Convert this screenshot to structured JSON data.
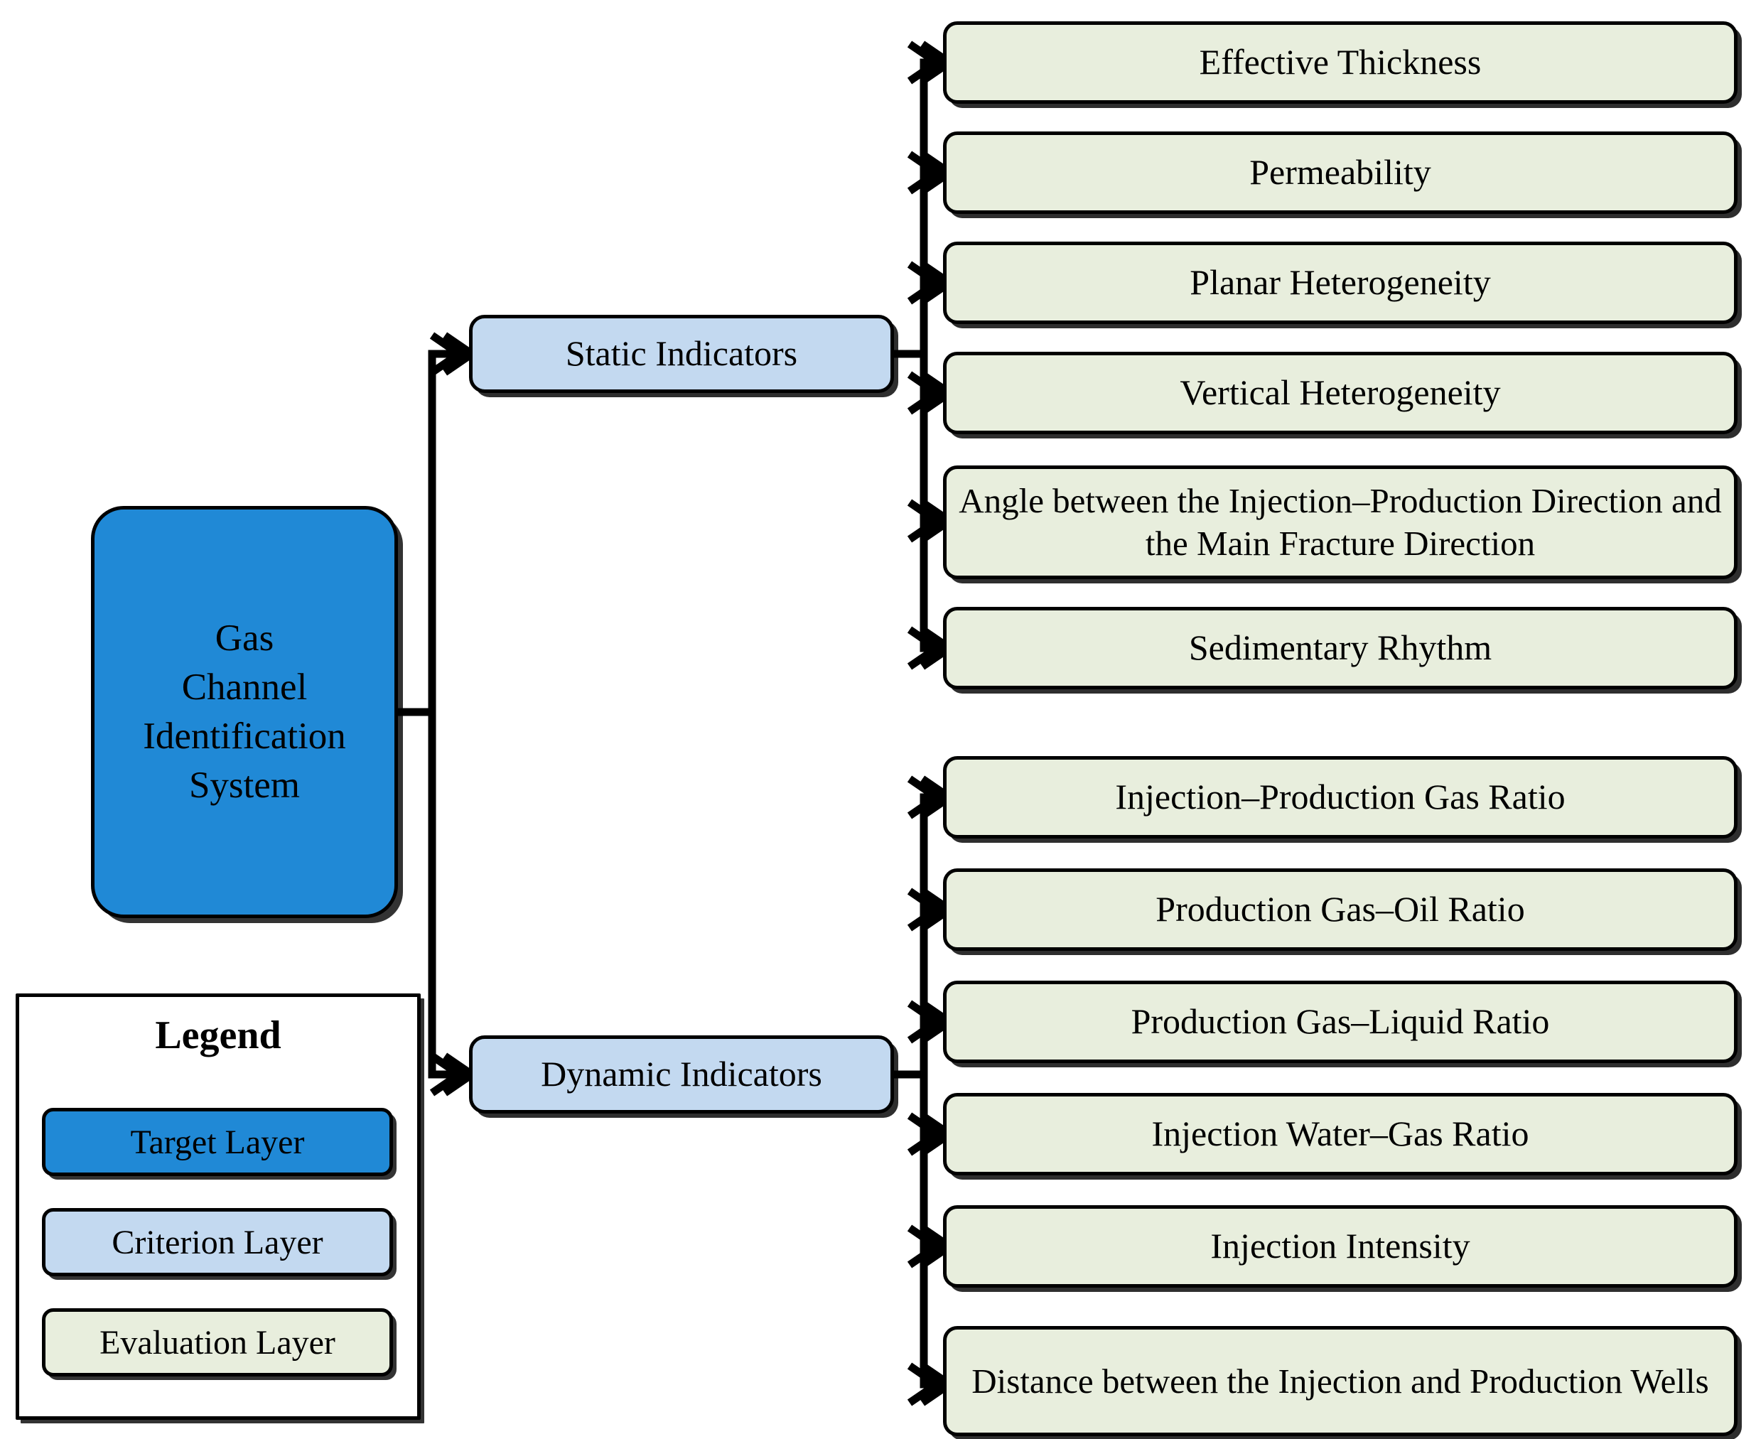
{
  "diagram": {
    "title": "Gas Channel Identification System",
    "colors": {
      "target_layer": "#2089D6",
      "criterion_layer": "#C3D9F0",
      "evaluation_layer": "#E8EEDD",
      "outline": "#000000",
      "background": "#FFFFFF"
    },
    "root": {
      "label": "Gas\nChannel\nIdentification\nSystem",
      "layer": "Target Layer"
    },
    "branches": [
      {
        "label": "Static Indicators",
        "layer": "Criterion Layer",
        "leaves": [
          "Effective Thickness",
          "Permeability",
          "Planar Heterogeneity",
          "Vertical Heterogeneity",
          "Angle between the Injection–Production Direction and the Main Fracture Direction",
          "Sedimentary Rhythm"
        ]
      },
      {
        "label": "Dynamic Indicators",
        "layer": "Criterion Layer",
        "leaves": [
          "Injection–Production Gas Ratio",
          "Production Gas–Oil Ratio",
          "Production Gas–Liquid Ratio",
          "Injection Water–Gas Ratio",
          "Injection Intensity",
          "Distance between the Injection and Production Wells"
        ]
      }
    ],
    "legend": {
      "title": "Legend",
      "items": [
        {
          "label": "Target Layer",
          "color": "#2089D6"
        },
        {
          "label": "Criterion Layer",
          "color": "#C3D9F0"
        },
        {
          "label": "Evaluation Layer",
          "color": "#E8EEDD"
        }
      ]
    }
  }
}
